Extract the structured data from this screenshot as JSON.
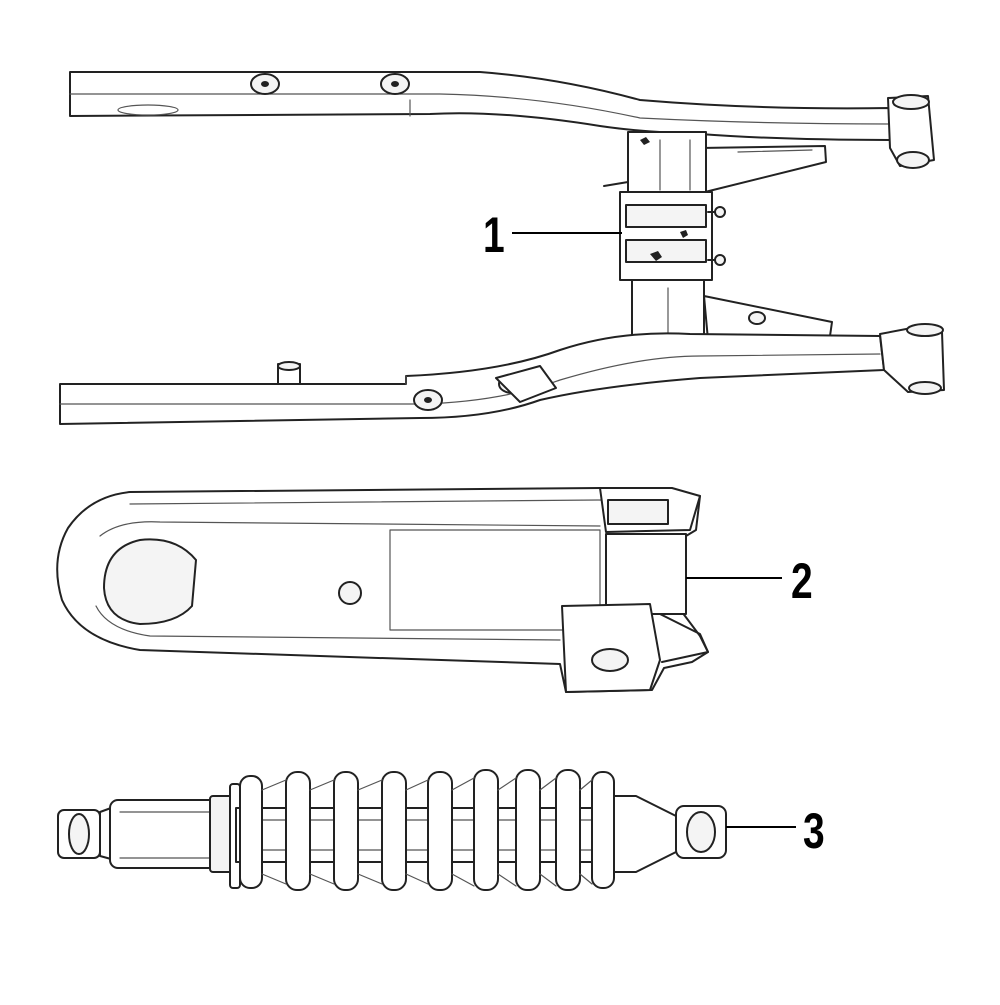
{
  "callouts": [
    {
      "label": "1",
      "part": "swingarm"
    },
    {
      "label": "2",
      "part": "chain-guard"
    },
    {
      "label": "3",
      "part": "rear-shock-absorber"
    }
  ]
}
